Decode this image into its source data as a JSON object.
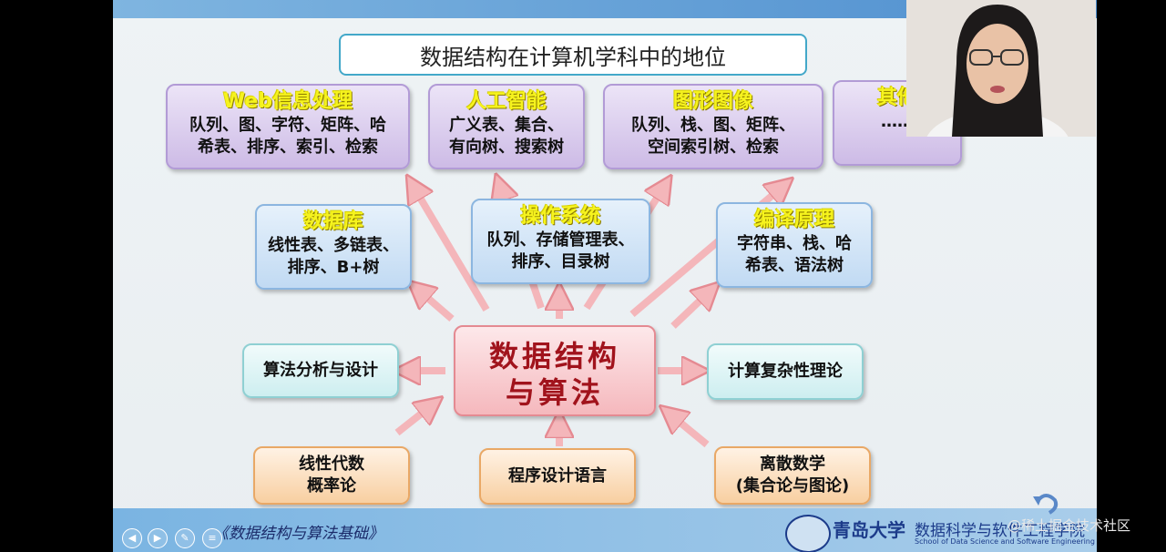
{
  "title": "数据结构在计算机学科中的地位",
  "top_boxes": [
    {
      "title": "Web信息处理",
      "body": "队列、图、字符、矩阵、哈\n希表、排序、索引、检索"
    },
    {
      "title": "人工智能",
      "body": "广义表、集合、\n有向树、搜索树"
    },
    {
      "title": "图形图像",
      "body": "队列、栈、图、矩阵、\n空间索引树、检索"
    },
    {
      "title": "其他",
      "body": "……"
    }
  ],
  "mid_boxes": [
    {
      "title": "数据库",
      "body": "线性表、多链表、\n排序、B+树"
    },
    {
      "title": "操作系统",
      "body": "队列、存储管理表、\n排序、目录树"
    },
    {
      "title": "编译原理",
      "body": "字符串、栈、哈\n希表、语法树"
    }
  ],
  "center": "数据结构\n与算法",
  "left_box": "算法分析与设计",
  "right_box": "计算复杂性理论",
  "bottom_boxes": [
    "线性代数\n概率论",
    "程序设计语言",
    "离散数学\n(集合论与图论)"
  ],
  "footer": {
    "book": "《数据结构与算法基础》",
    "university": "青岛大学",
    "school_cn": "数据科学与软件工程学院",
    "school_en": "School of Data Science and Software Engineering"
  },
  "watermark": "@稀土掘金技术社区",
  "colors": {
    "arrow": "#f4b6ba",
    "arrow_stroke": "#e58a92",
    "accent": "#43a8c9"
  },
  "icons": {
    "undo": "undo-icon",
    "nav": [
      "prev-icon",
      "next-icon",
      "pen-icon",
      "menu-icon"
    ]
  }
}
